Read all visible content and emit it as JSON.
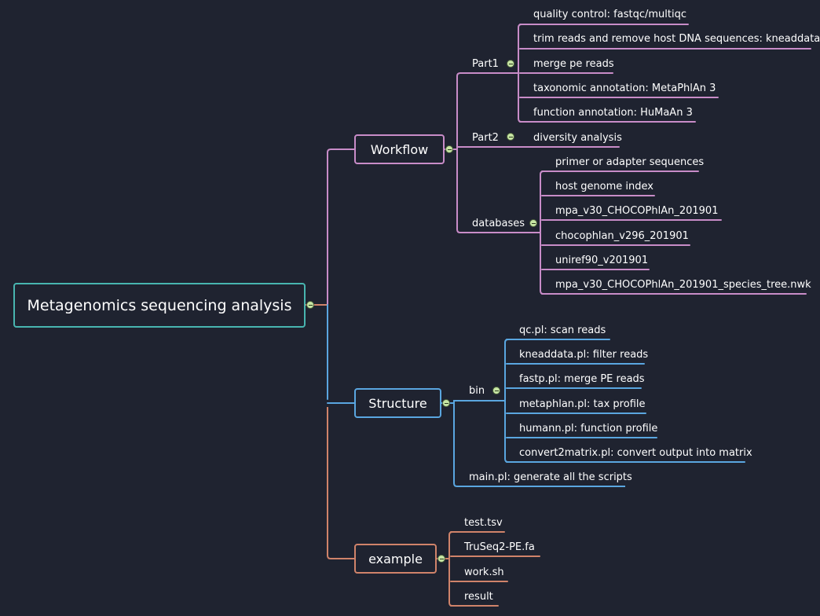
{
  "root": {
    "label": "Metagenomics sequencing analysis"
  },
  "colors": {
    "background": "#1f2330",
    "root": "#48b5b0",
    "workflow": "#c88cc8",
    "structure": "#5aa6e0",
    "example": "#d0836a",
    "toggle": "#c7e6a4"
  },
  "branches": {
    "workflow": {
      "label": "Workflow",
      "part1": {
        "label": "Part1",
        "items": [
          "quality control: fastqc/multiqc",
          "trim reads and remove host DNA sequences: kneaddata",
          "merge pe reads",
          "taxonomic annotation: MetaPhlAn 3",
          "function annotation: HuMaAn 3"
        ]
      },
      "part2": {
        "label": "Part2",
        "items": [
          "diversity analysis"
        ]
      },
      "databases": {
        "label": "databases",
        "items": [
          "primer or adapter sequences",
          "host genome index",
          "mpa_v30_CHOCOPhlAn_201901",
          "chocophlan_v296_201901",
          "uniref90_v201901",
          "mpa_v30_CHOCOPhlAn_201901_species_tree.nwk"
        ]
      }
    },
    "structure": {
      "label": "Structure",
      "bin": {
        "label": "bin",
        "items": [
          "qc.pl: scan reads",
          "kneaddata.pl: filter reads",
          "fastp.pl: merge PE reads",
          "metaphlan.pl: tax profile",
          "humann.pl: function profile",
          "convert2matrix.pl: convert output into matrix"
        ]
      },
      "main": {
        "label": "main.pl: generate all the scripts"
      }
    },
    "example": {
      "label": "example",
      "items": [
        "test.tsv",
        "TruSeq2-PE.fa",
        "work.sh",
        "result"
      ]
    }
  }
}
